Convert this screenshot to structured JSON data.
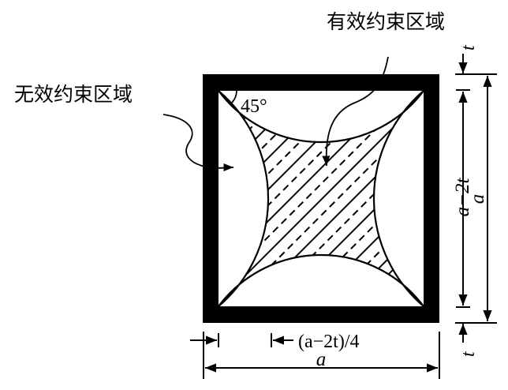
{
  "labels": {
    "effective_region": "有效约束区域",
    "ineffective_region": "无效约束区域",
    "angle": "45°"
  },
  "dimensions": {
    "outer_width": "a",
    "outer_height": "a",
    "inner_height": "a−2t",
    "arc_offset": "(a−2t)/4",
    "thickness_top": "t",
    "thickness_bottom": "t"
  },
  "colors": {
    "ink": "#000000",
    "background": "#ffffff"
  }
}
